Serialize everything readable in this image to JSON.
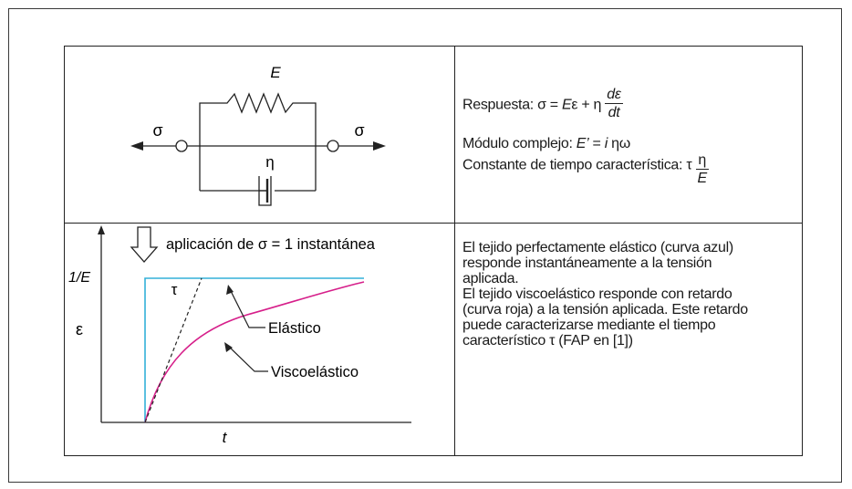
{
  "model_diagram": {
    "spring_label": "E",
    "dashpot_label": "η",
    "left_force": "σ",
    "right_force": "σ"
  },
  "equations": {
    "response_prefix": "Respuesta: σ = ",
    "response_E": "E",
    "response_mid": "ε + η ",
    "response_num": "dε",
    "response_den": "dt",
    "modulus_prefix": "Módulo complejo: ",
    "modulus_E": "E’",
    "modulus_eq": " = ",
    "modulus_i": "i",
    "modulus_rest": " ηω",
    "time_const_prefix": "Constante de tiempo característica: τ ",
    "time_const_num": "η",
    "time_const_den": "E"
  },
  "response_graph": {
    "application_label": "aplicación de σ = 1 instantánea",
    "y_top_label": "1/E",
    "y_axis_label": "ε",
    "x_axis_label": "t",
    "tau_label": "τ",
    "elastic_label": "Elástico",
    "viscoelastic_label": "Viscoelástico",
    "colors": {
      "elastic": "#33b0d8",
      "viscoelastic": "#d61f8a"
    }
  },
  "description": {
    "lines": [
      "El tejido perfectamente elástico (curva azul)",
      "responde instantáneamente a la tensión",
      "aplicada.",
      "El tejido viscoelástico responde con retardo",
      "(curva roja) a la tensión aplicada. Este retardo",
      "puede caracterizarse mediante el tiempo",
      "característico τ (FAP en [1])"
    ]
  }
}
